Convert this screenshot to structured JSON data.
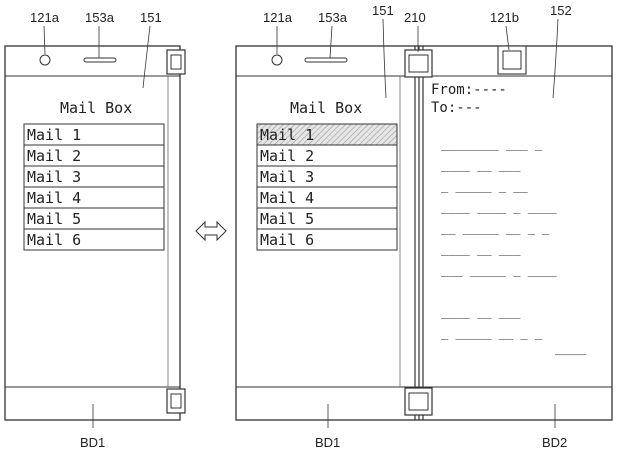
{
  "labels": {
    "r121a": "121a",
    "r153a": "153a",
    "r151": "151",
    "r210": "210",
    "r121b": "121b",
    "r152": "152",
    "bd1": "BD1",
    "bd2": "BD2"
  },
  "mailbox": {
    "title": "Mail Box",
    "items": [
      "Mail 1",
      "Mail 2",
      "Mail 3",
      "Mail 4",
      "Mail 5",
      "Mail 6"
    ],
    "selected_index": 0
  },
  "message": {
    "from": "From:----",
    "to": "To:---",
    "lines": [
      "________ ___ _",
      "____ __ ___",
      "_ _____ _ __",
      "____ ____ _ ____",
      "__ _____ __ _ _",
      "____ __ ___",
      "___ _____ _ ____",
      "",
      "____ __ ___",
      "_ _____ __ _ _"
    ],
    "signature": "____"
  },
  "transition_icon": "double-arrow-icon",
  "colors": {
    "line": "#333333",
    "selected_fill": "#d8d8d8",
    "background": "#ffffff"
  }
}
